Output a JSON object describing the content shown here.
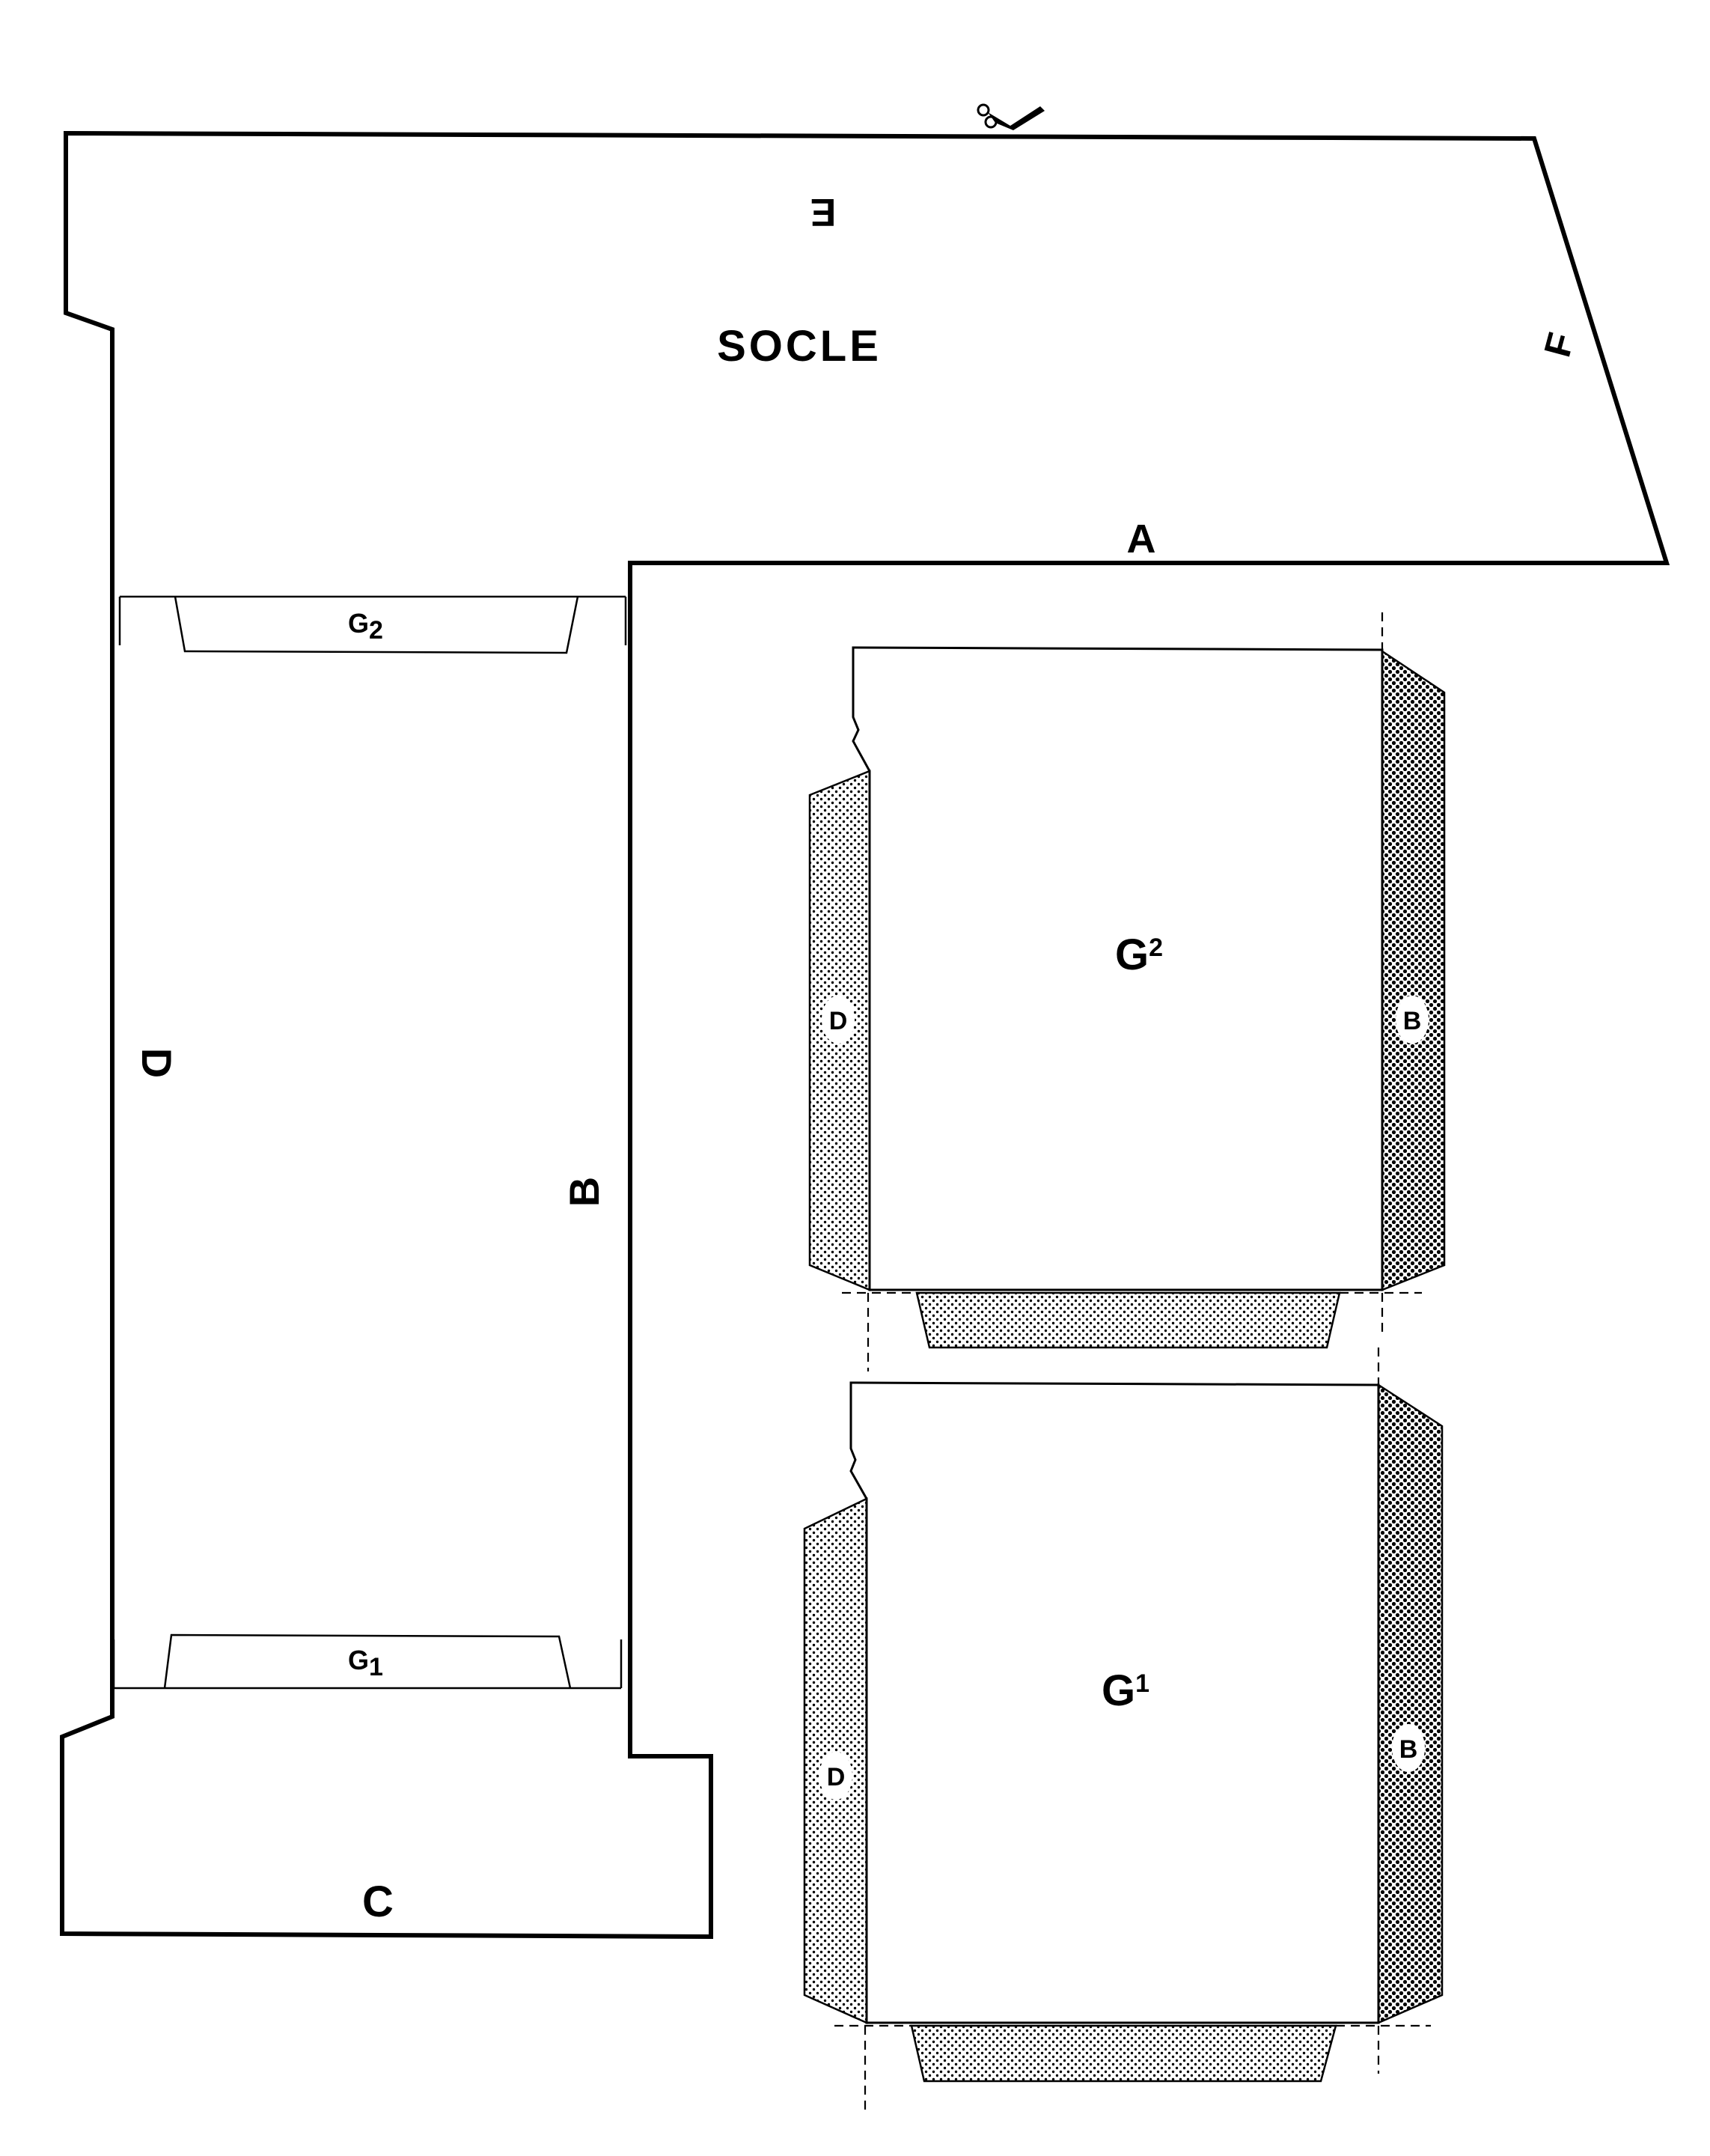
{
  "title": "SOCLE",
  "edge_labels": {
    "top": "E",
    "right": "F",
    "bottom": "A",
    "left": "D",
    "inner_right": "B",
    "base": "C"
  },
  "flap_labels": {
    "top_flap": "G",
    "top_flap_sub": "2",
    "bottom_flap": "G",
    "bottom_flap_sub": "1"
  },
  "panels": [
    {
      "letter": "G",
      "index": "2",
      "left_tab": "D",
      "right_tab": "B"
    },
    {
      "letter": "G",
      "index": "1",
      "left_tab": "D",
      "right_tab": "B"
    }
  ],
  "colors": {
    "ink": "#000000",
    "paper": "#ffffff"
  },
  "icons": [
    "scissors-icon"
  ]
}
